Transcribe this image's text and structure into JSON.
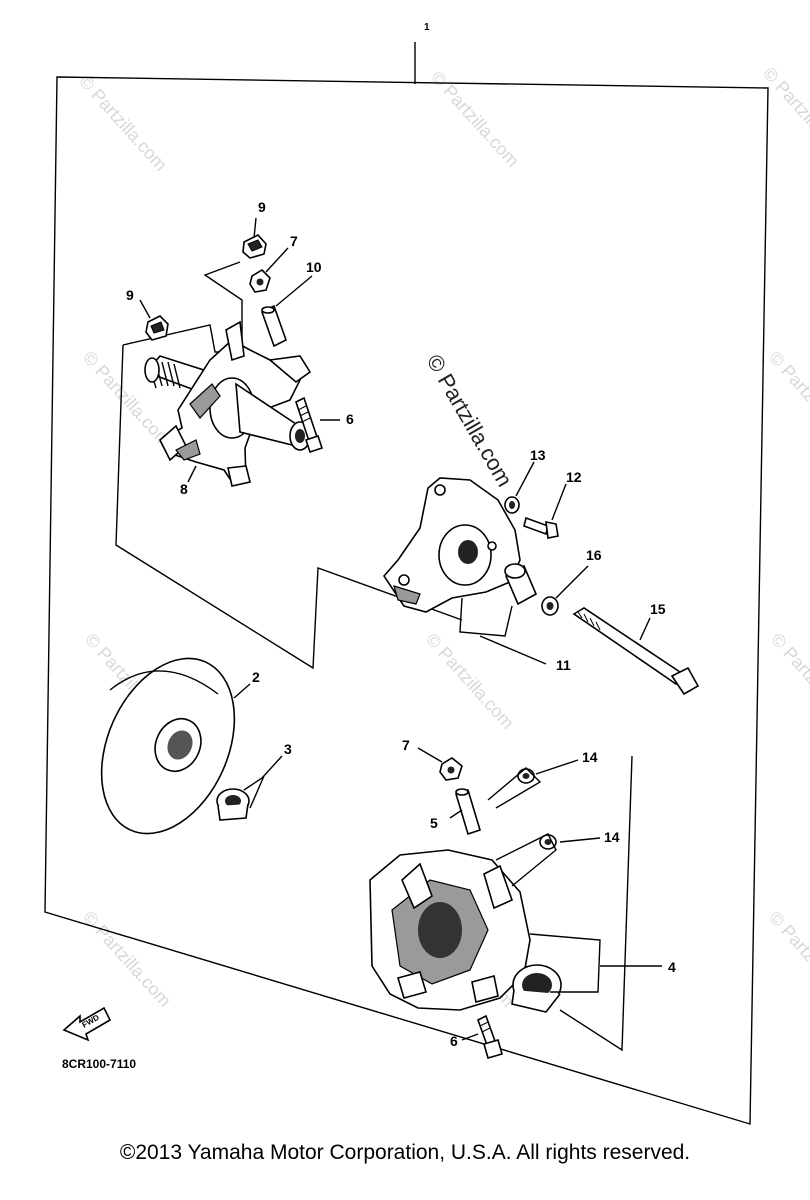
{
  "watermark_small": "© Partzilla.com",
  "watermark_big": "© Partzilla.com",
  "diagram_code": "8CR100-7110",
  "fwd_label": "FWD",
  "top_marker": "1",
  "copyright": "©2013 Yamaha Motor Corporation, U.S.A. All rights reserved.",
  "callouts": {
    "c1": "2",
    "c2": "3",
    "c3": "4",
    "c4": "5",
    "c5": "6",
    "c6": "6",
    "c7": "7",
    "c8": "7",
    "c9": "8",
    "c10": "9",
    "c11": "9",
    "c12": "10",
    "c13": "11",
    "c14": "12",
    "c15": "13",
    "c16": "14",
    "c17": "14",
    "c18": "15",
    "c19": "16"
  }
}
